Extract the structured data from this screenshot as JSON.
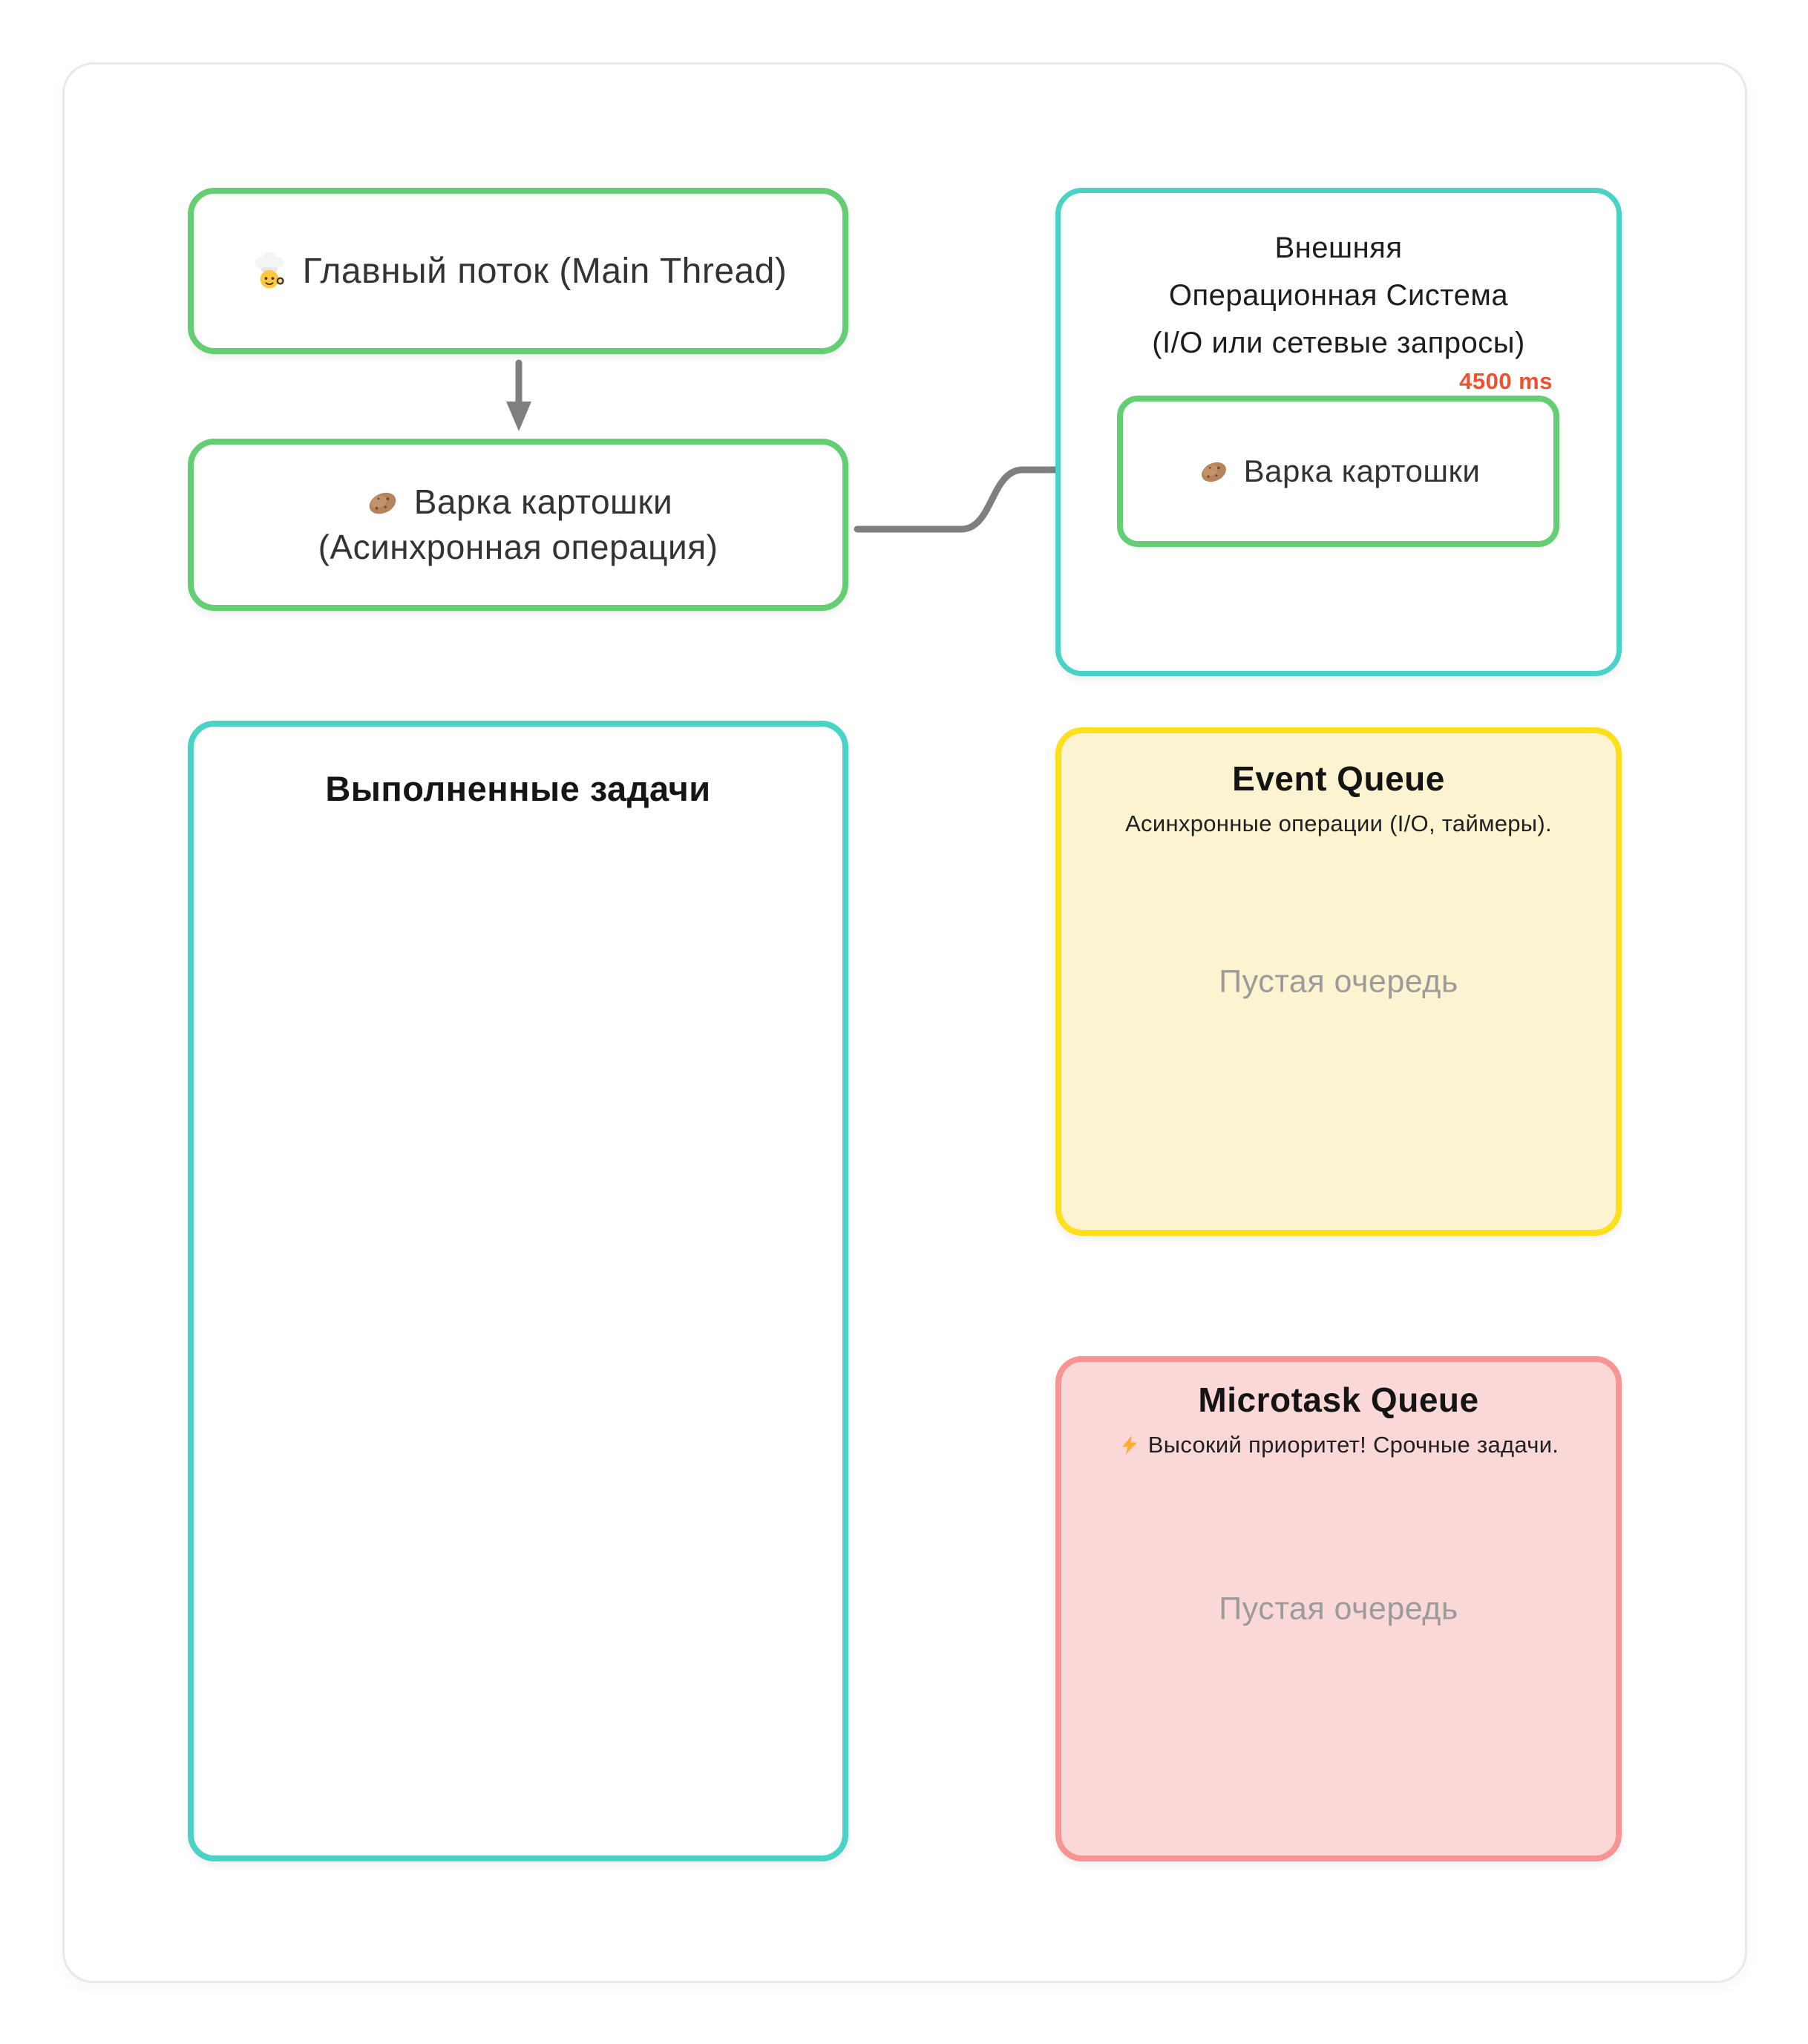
{
  "main_thread": {
    "icon": "chef-icon",
    "label": "Главный поток (Main Thread)"
  },
  "async_op": {
    "icon": "potato-icon",
    "line1": "Варка картошки",
    "line2": "(Асинхронная операция)"
  },
  "external_os": {
    "title_line1": "Внешняя",
    "title_line2": "Операционная Система",
    "title_line3": "(I/O или сетевые запросы)",
    "timer": "4500 ms",
    "task_icon": "potato-icon",
    "task": "Варка картошки"
  },
  "completed": {
    "title": "Выполненные задачи"
  },
  "event_queue": {
    "title": "Event Queue",
    "subtitle": "Асинхронные операции (I/O, таймеры).",
    "empty": "Пустая очередь"
  },
  "microtask_queue": {
    "title": "Microtask Queue",
    "subtitle_icon": "lightning-icon",
    "subtitle": "Высокий приоритет! Срочные задачи.",
    "empty": "Пустая очередь"
  },
  "colors": {
    "green": "#64CE73",
    "teal": "#49D3C7",
    "yellow": "#FFDE1A",
    "yellow_bg": "#FCF4D1",
    "red": "#F89494",
    "red_bg": "#FBD8D8",
    "orange_text": "#F1502C",
    "gray_text": "#9B9B9B",
    "arrow": "#7F7F7F"
  }
}
